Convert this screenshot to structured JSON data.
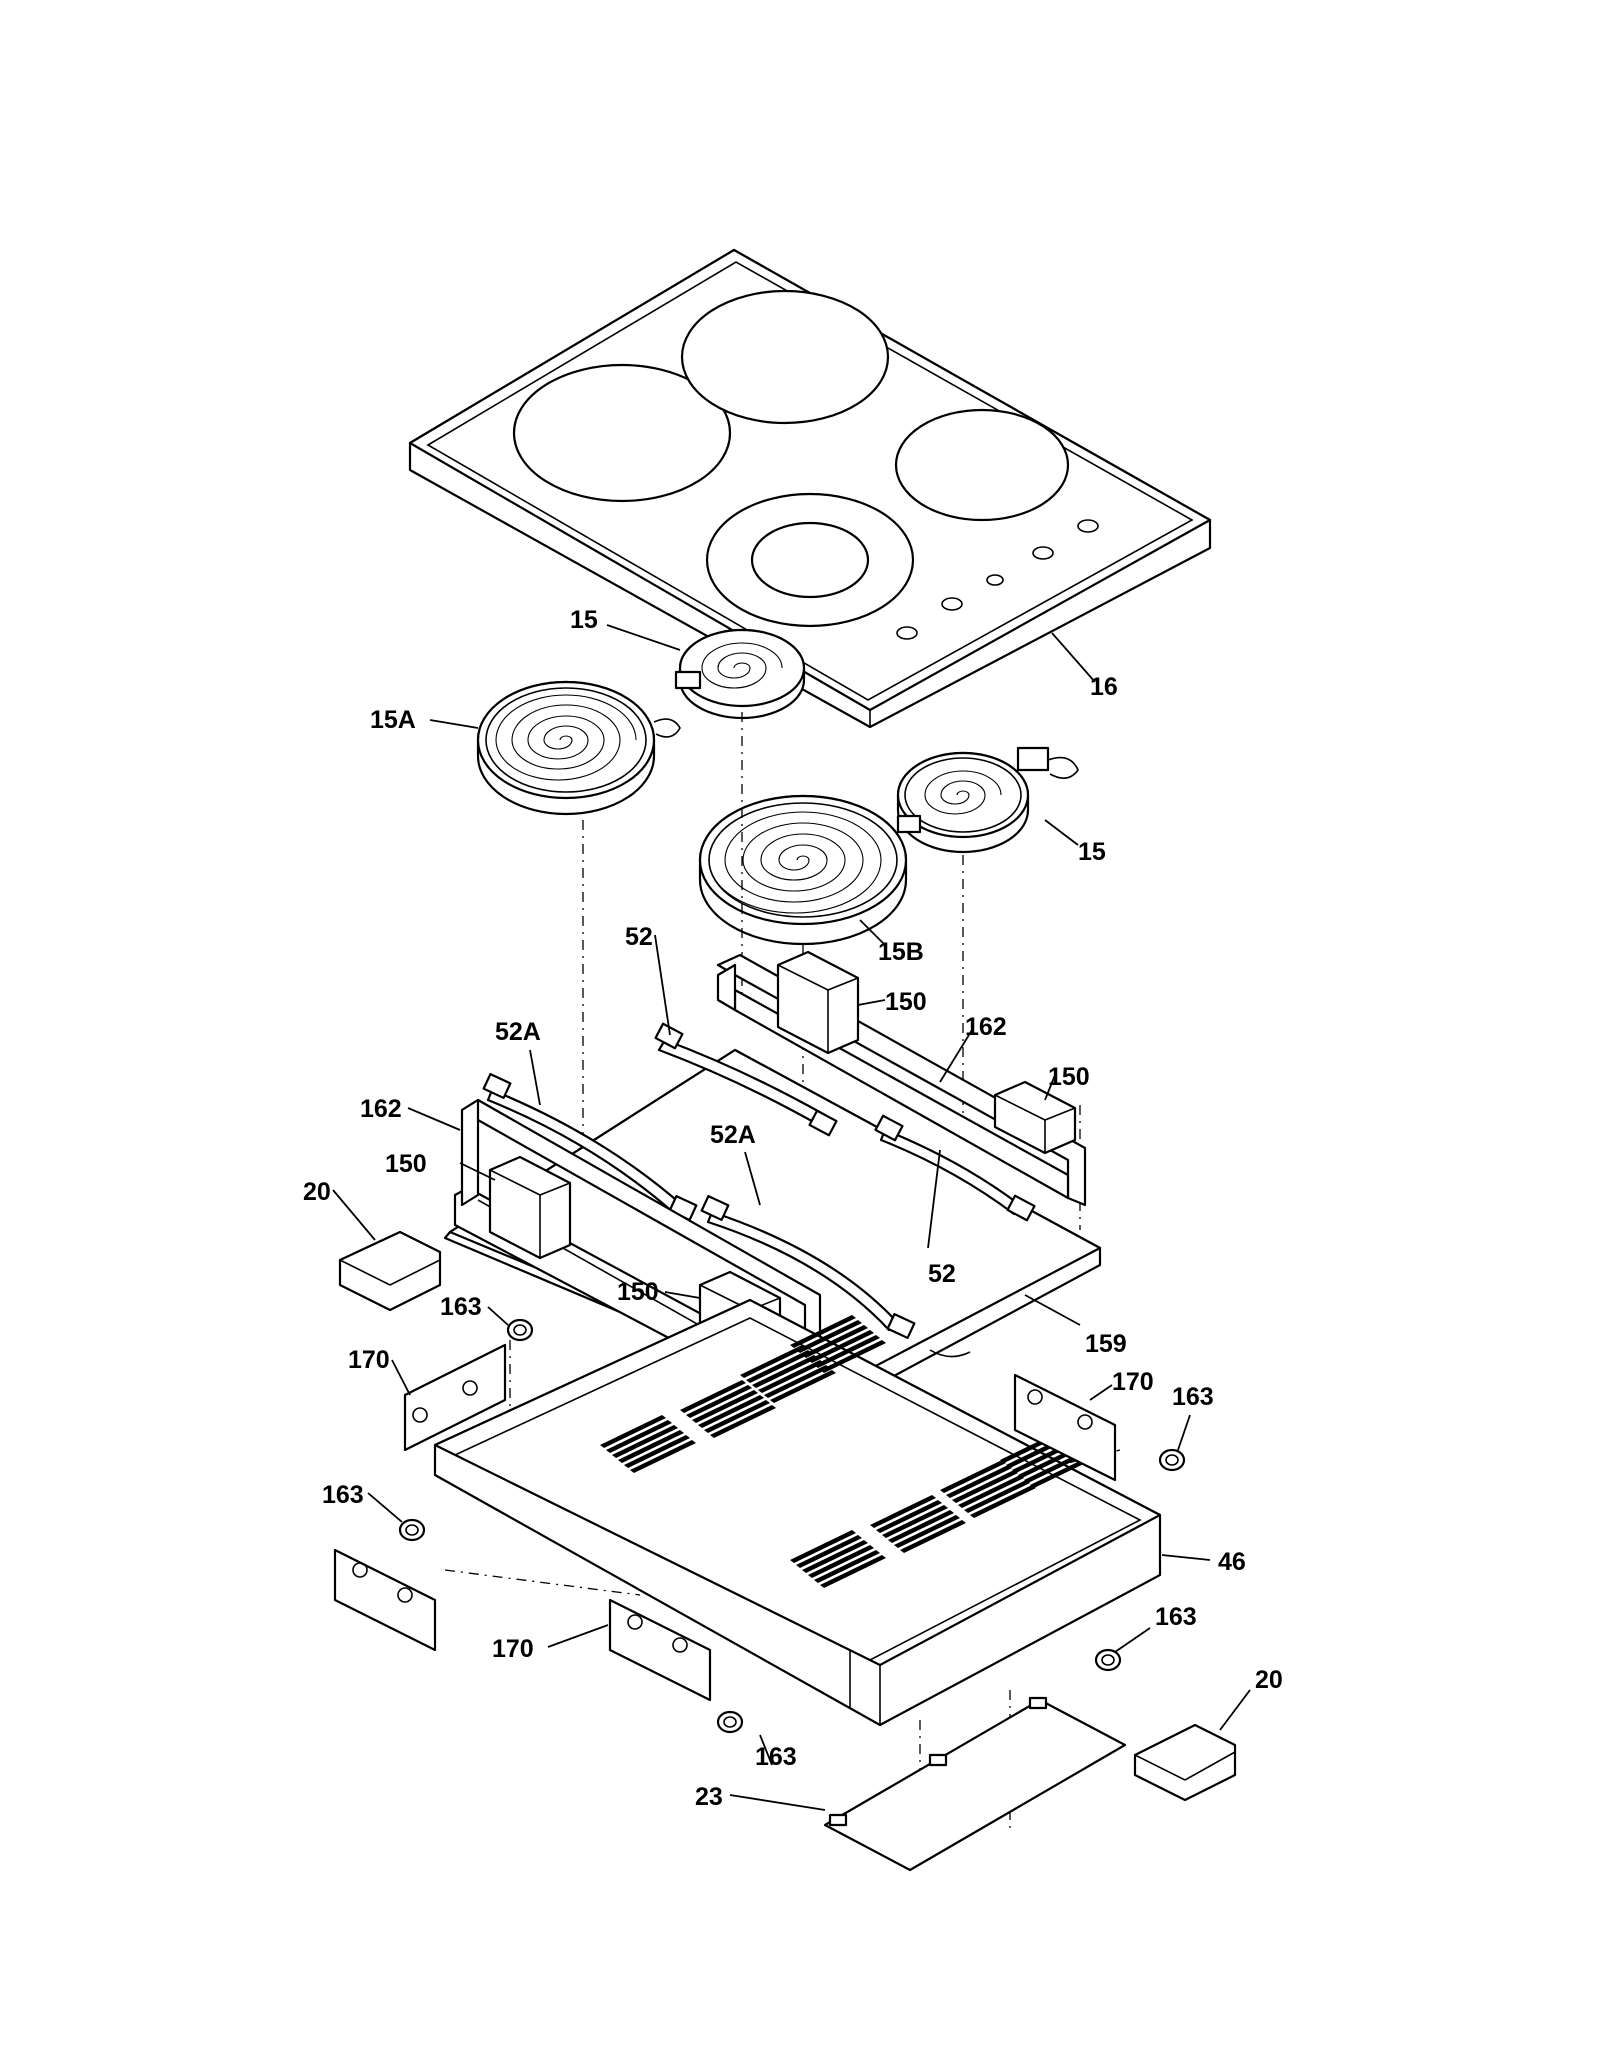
{
  "diagram": {
    "callouts": [
      {
        "id": "c16",
        "label": "16"
      },
      {
        "id": "c15_top",
        "label": "15"
      },
      {
        "id": "c15A",
        "label": "15A"
      },
      {
        "id": "c15_right",
        "label": "15"
      },
      {
        "id": "c15B",
        "label": "15B"
      },
      {
        "id": "c52_top",
        "label": "52"
      },
      {
        "id": "c150_a",
        "label": "150"
      },
      {
        "id": "c162_r",
        "label": "162"
      },
      {
        "id": "c150_b",
        "label": "150"
      },
      {
        "id": "c52A_l",
        "label": "52A"
      },
      {
        "id": "c162_l",
        "label": "162"
      },
      {
        "id": "c52A_c",
        "label": "52A"
      },
      {
        "id": "c150_c",
        "label": "150"
      },
      {
        "id": "c20_l",
        "label": "20"
      },
      {
        "id": "c52_b",
        "label": "52"
      },
      {
        "id": "c150_d",
        "label": "150"
      },
      {
        "id": "c163_a",
        "label": "163"
      },
      {
        "id": "c159",
        "label": "159"
      },
      {
        "id": "c170_a",
        "label": "170"
      },
      {
        "id": "c170_b",
        "label": "170"
      },
      {
        "id": "c163_b",
        "label": "163"
      },
      {
        "id": "c163_c",
        "label": "163"
      },
      {
        "id": "c46",
        "label": "46"
      },
      {
        "id": "c170_c",
        "label": "170"
      },
      {
        "id": "c163_d",
        "label": "163"
      },
      {
        "id": "c20_r",
        "label": "20"
      },
      {
        "id": "c163_e",
        "label": "163"
      },
      {
        "id": "c23",
        "label": "23"
      }
    ]
  }
}
